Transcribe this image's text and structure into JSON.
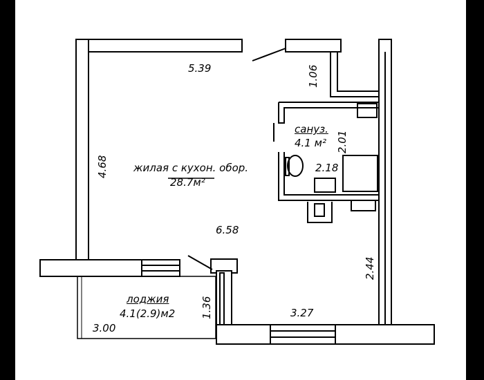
{
  "dimensions": {
    "top_width": "5.39",
    "left_height": "4.68",
    "bathroom_door": "1.06",
    "bathroom_height": "2.01",
    "bathroom_width": "2.18",
    "room_depth": "6.58",
    "right_lower": "2.44",
    "loggia_depth": "1.36",
    "bottom_width": "3.27",
    "loggia_width": "3.00"
  },
  "rooms": {
    "living": {
      "name": "жилая с кухон. обор.",
      "area": "28.7м²"
    },
    "bathroom": {
      "name": "сануз.",
      "area": "4.1 м²"
    },
    "loggia": {
      "name": "лоджия",
      "area": "4.1(2.9)м2"
    }
  }
}
